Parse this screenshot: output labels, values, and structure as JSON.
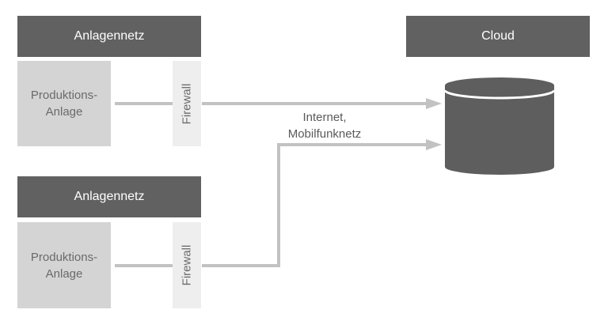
{
  "top_network": {
    "header": "Anlagennetz",
    "plant_line1": "Produktions-",
    "plant_line2": "Anlage",
    "firewall": "Firewall"
  },
  "bottom_network": {
    "header": "Anlagennetz",
    "plant_line1": "Produktions-",
    "plant_line2": "Anlage",
    "firewall": "Firewall"
  },
  "cloud": {
    "header": "Cloud"
  },
  "connection": {
    "line1": "Internet,",
    "line2": "Mobilfunknetz"
  },
  "colors": {
    "header": "#616161",
    "plant": "#d4d4d4",
    "firewall": "#eeeeee",
    "connector": "#c2c2c2",
    "database": "#5e5e5e"
  }
}
